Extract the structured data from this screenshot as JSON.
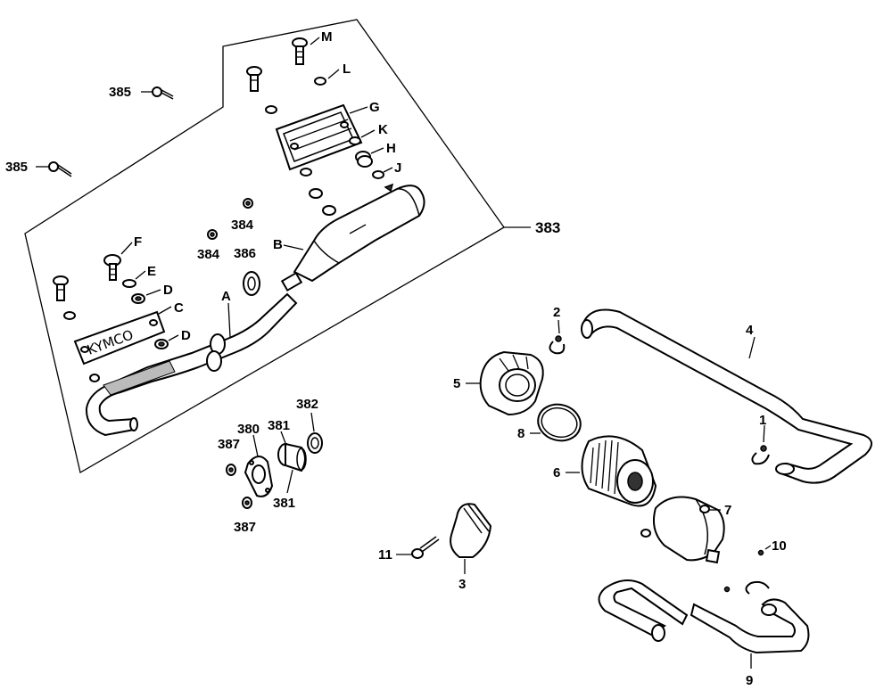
{
  "labels": {
    "m": "M",
    "l": "L",
    "g": "G",
    "k": "K",
    "h": "H",
    "j": "J",
    "b": "B",
    "f": "F",
    "e": "E",
    "d1": "D",
    "c": "C",
    "d2": "D",
    "a": "A",
    "p383": "383",
    "p385a": "385",
    "p385b": "385",
    "p384a": "384",
    "p384b": "384",
    "p386": "386",
    "p380": "380",
    "p381a": "381",
    "p381b": "381",
    "p382": "382",
    "p387a": "387",
    "p387b": "387",
    "p1": "1",
    "p2": "2",
    "p3": "3",
    "p4": "4",
    "p5": "5",
    "p6": "6",
    "p7": "7",
    "p8": "8",
    "p9": "9",
    "p10": "10",
    "p11": "11"
  },
  "logo_text": "KYMCO"
}
